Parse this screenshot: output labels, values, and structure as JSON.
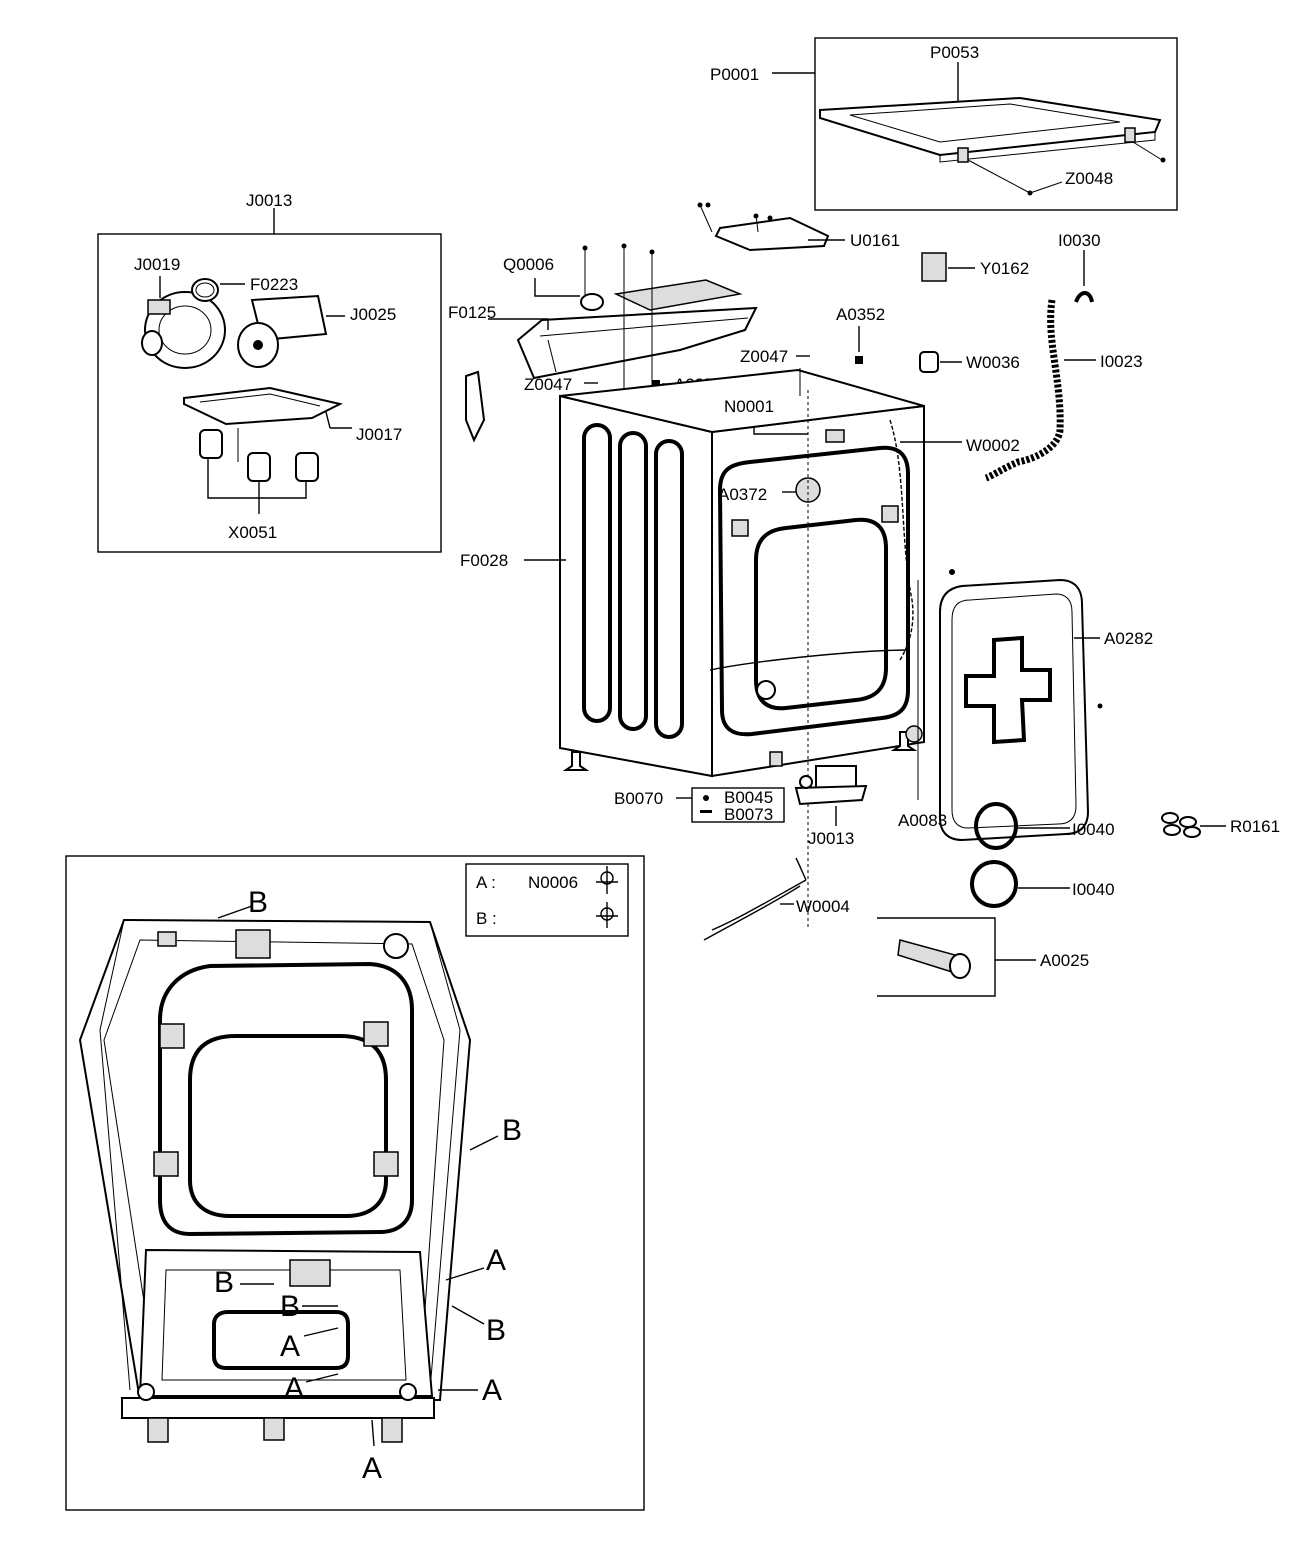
{
  "callouts": {
    "P0001": "P0001",
    "P0053": "P0053",
    "Z0048": "Z0048",
    "J0013_top": "J0013",
    "J0019": "J0019",
    "F0223": "F0223",
    "J0025": "J0025",
    "J0017": "J0017",
    "X0051": "X0051",
    "U0161": "U0161",
    "Y0162": "Y0162",
    "I0030": "I0030",
    "Q0006": "Q0006",
    "F0125": "F0125",
    "A0352_a": "A0352",
    "A0352_b": "A0352",
    "Z0047_a": "Z0047",
    "Z0047_b": "Z0047",
    "W0036": "W0036",
    "I0023": "I0023",
    "N0001": "N0001",
    "W0002": "W0002",
    "A0372": "A0372",
    "F0028": "F0028",
    "A0282": "A0282",
    "B0070": "B0070",
    "B0045": "B0045",
    "B0073": "B0073",
    "J0013_bottom": "J0013",
    "A0083": "A0083",
    "I0040_a": "I0040",
    "I0040_b": "I0040",
    "R0161": "R0161",
    "W0004": "W0004",
    "A0025": "A0025"
  },
  "legend": {
    "a_key": "A :",
    "a_part": "N0006",
    "b_key": "B :"
  },
  "frame_markers": {
    "b1": "B",
    "b2": "B",
    "b3": "B",
    "b4": "B",
    "b5": "B",
    "a1": "A",
    "a2": "A",
    "a3": "A",
    "a4": "A",
    "a5": "A"
  }
}
